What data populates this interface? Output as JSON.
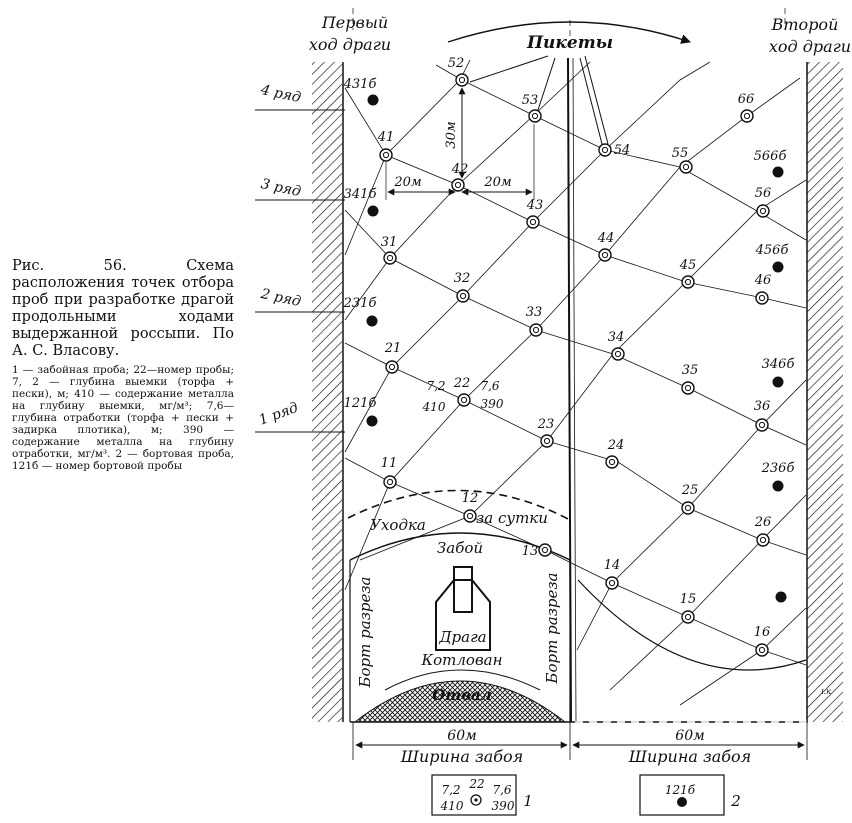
{
  "caption": {
    "title": "Рис. 56. Схема расположения точек отбора проб при разработке драгой продольными ходами выдержанной россыпи. По А. С. Власову.",
    "legend": "1 — забойная проба; 22—номер пробы; 7, 2 — глубина выемки (торфа + пески), м; 410 — содержание металла на глубину выемки, мг/м³; 7,6—глубина отработки (торфа + пески + задирка плотика), м; 390 — содержание металла на глубину отработки, мг/м³. 2 — бортовая проба, 121б — номер бортовой пробы"
  },
  "labels": {
    "first_pass": [
      "Первый",
      "ход драги"
    ],
    "second_pass": [
      "Второй",
      "ход драги"
    ],
    "pickets": "Пикеты",
    "rows": [
      "4 ряд",
      "3 ряд",
      "2 ряд",
      "1 ряд"
    ],
    "dim_30": "30м",
    "dim_20a": "20м",
    "dim_20b": "20м",
    "uhodka": "Уходка",
    "za_sutki": "за сутки",
    "zaboy": "Забой",
    "draga": "Драга",
    "kotlovan": "Котлован",
    "otval": "Отвал",
    "bort_left": "Борт разреза",
    "bort_right": "Борт разреза",
    "width_60_left": "60м",
    "width_60_right": "60м",
    "face_width_left": "Ширина забоя",
    "face_width_right": "Ширина забоя",
    "p22_depth": "7,2",
    "p22_content": "410",
    "p22_depth2": "7,6",
    "p22_content2": "390",
    "legend_depth": "7,2",
    "legend_num": "22",
    "legend_depth2": "7,6",
    "legend_content": "410",
    "legend_content2": "390",
    "legend_1": "1",
    "legend_bort": "121б",
    "legend_2": "2",
    "corner_mark": "ɪ.к"
  },
  "face_samples": [
    {
      "num": "52"
    },
    {
      "num": "53"
    },
    {
      "num": "66"
    },
    {
      "num": "41"
    },
    {
      "num": "42"
    },
    {
      "num": "54"
    },
    {
      "num": "55"
    },
    {
      "num": "43"
    },
    {
      "num": "56"
    },
    {
      "num": "31"
    },
    {
      "num": "44"
    },
    {
      "num": "32"
    },
    {
      "num": "45"
    },
    {
      "num": "33"
    },
    {
      "num": "46"
    },
    {
      "num": "21"
    },
    {
      "num": "22"
    },
    {
      "num": "34"
    },
    {
      "num": "35"
    },
    {
      "num": "23"
    },
    {
      "num": "36"
    },
    {
      "num": "11"
    },
    {
      "num": "24"
    },
    {
      "num": "25"
    },
    {
      "num": "12"
    },
    {
      "num": "26"
    },
    {
      "num": "13"
    },
    {
      "num": "14"
    },
    {
      "num": "15"
    },
    {
      "num": "16"
    }
  ],
  "side_samples": [
    {
      "num": "431б"
    },
    {
      "num": "341б"
    },
    {
      "num": "231б"
    },
    {
      "num": "121б"
    },
    {
      "num": "566б"
    },
    {
      "num": "456б"
    },
    {
      "num": "346б"
    },
    {
      "num": "236б"
    }
  ]
}
